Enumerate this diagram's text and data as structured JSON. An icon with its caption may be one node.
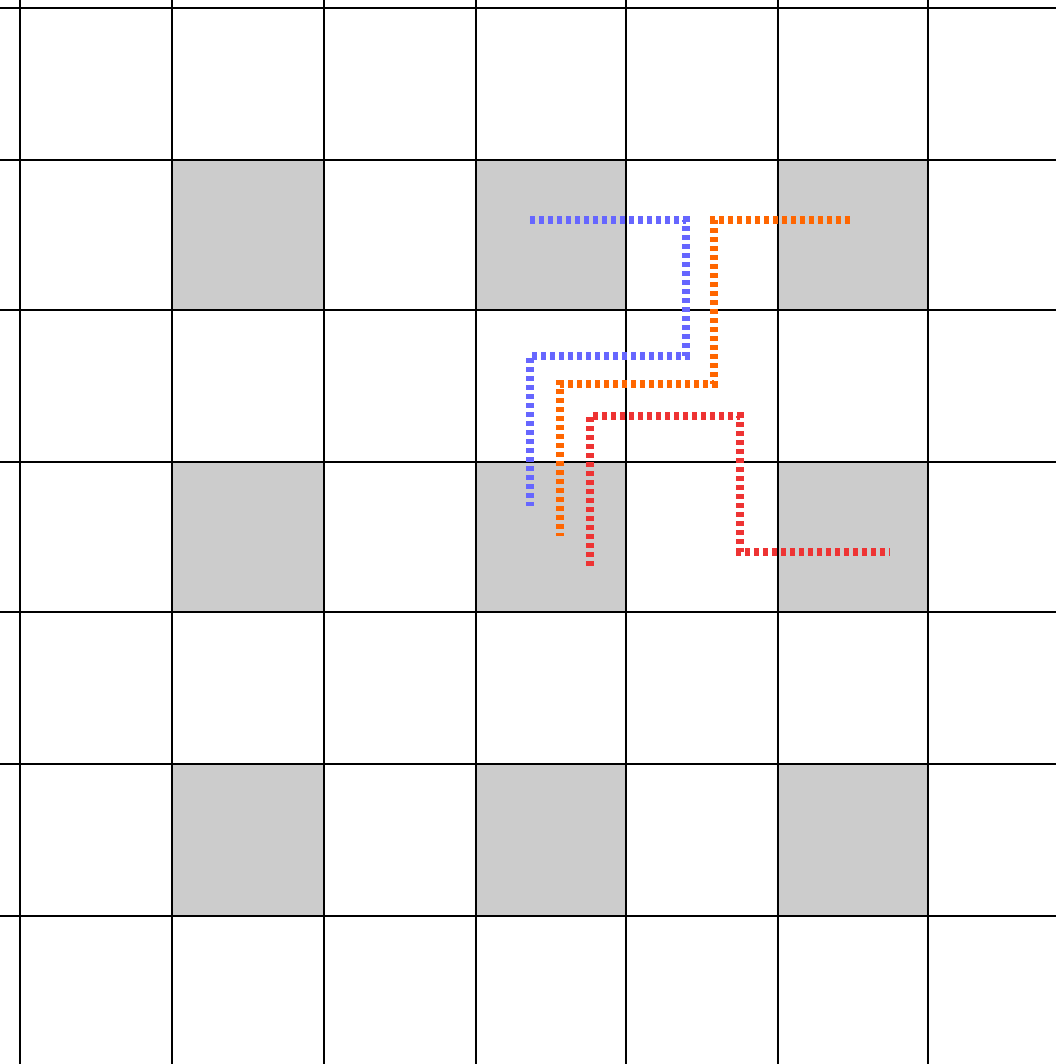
{
  "diagram": {
    "nodes": [
      {
        "text": [],
        "shape": "box"
      },
      {
        "text": [],
        "shape": "box"
      },
      {
        "text": [],
        "shape": "box"
      },
      {
        "text": [],
        "shape": "box"
      },
      {
        "text": [],
        "shape": "box"
      },
      {
        "text": [],
        "shape": "box"
      },
      {
        "text": [],
        "shape": "box"
      },
      {
        "text": [],
        "shape": "box"
      },
      {
        "text": [],
        "shape": "box"
      }
    ],
    "edges": [
      {
        "from": 1,
        "to": 4,
        "arrow": "none",
        "style": "dashed",
        "color": "#6666ff"
      },
      {
        "from": 2,
        "to": 4,
        "arrow": "none",
        "style": "dashed",
        "color": "#ff6600"
      },
      {
        "from": 4,
        "to": 5,
        "arrow": "none",
        "style": "dashed",
        "color": "#ee3333"
      }
    ]
  }
}
